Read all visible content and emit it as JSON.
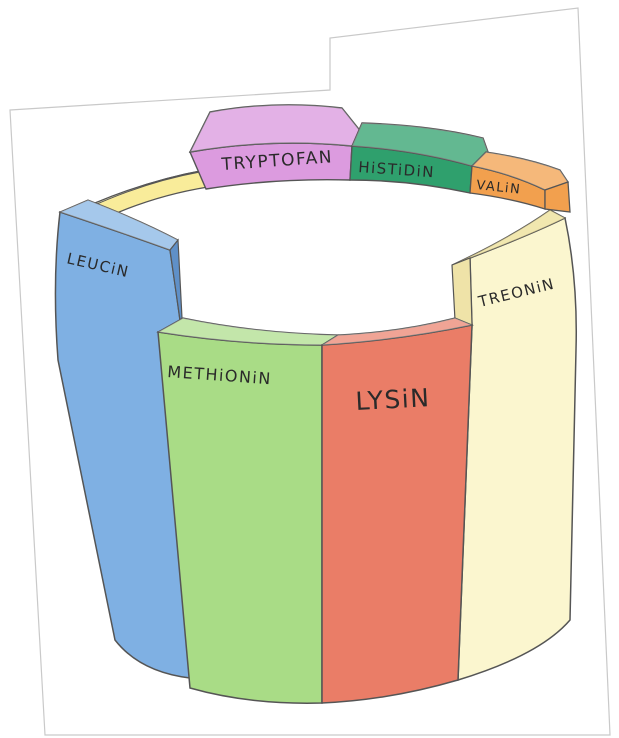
{
  "diagram": {
    "staves": [
      {
        "id": "leucin",
        "label": "LEUCiN",
        "color": "#7fb0e3"
      },
      {
        "id": "methionin",
        "label": "METHiONiN",
        "color": "#a9dc86"
      },
      {
        "id": "lysin",
        "label": "LYSiN",
        "color": "#ea7d67"
      },
      {
        "id": "treonin",
        "label": "TREONiN",
        "color": "#fbf6cf"
      },
      {
        "id": "valin",
        "label": "VALiN",
        "color": "#f2a04e"
      },
      {
        "id": "histidin",
        "label": "HiSTiDiN",
        "color": "#2fa06d"
      },
      {
        "id": "tryptofan",
        "label": "TRYPTOFAN",
        "color": "#dc9bdf"
      },
      {
        "id": "unlabeled",
        "label": "",
        "color": "#f9ec9a"
      }
    ]
  }
}
